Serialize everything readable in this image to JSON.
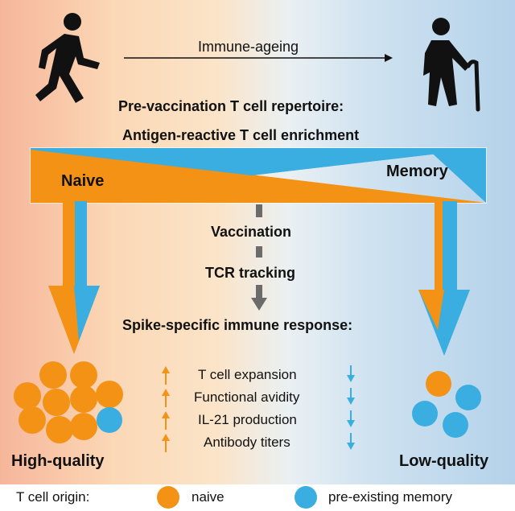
{
  "top": {
    "arrow_label": "Immune-ageing",
    "heading1": "Pre-vaccination T cell repertoire:",
    "heading2": "Antigen-reactive T cell enrichment"
  },
  "wedge": {
    "left_label": "Naive",
    "right_label": "Memory"
  },
  "middle": {
    "step1": "Vaccination",
    "step2": "TCR tracking",
    "result_heading": "Spike-specific immune response:"
  },
  "readouts": [
    {
      "label": "T cell expansion"
    },
    {
      "label": "Functional avidity"
    },
    {
      "label": "IL-21 production"
    },
    {
      "label": "Antibody titers"
    }
  ],
  "outcomes": {
    "left": "High-quality",
    "right": "Low-quality"
  },
  "legend": {
    "title": "T cell origin:",
    "naive": "naive",
    "memory": "pre-existing memory"
  },
  "colors": {
    "naive": "#f39214",
    "memory": "#3aaee0",
    "up_arrow": "#f39214",
    "down_arrow": "#3aaee0",
    "gray_arrow": "#6b6b6b"
  },
  "icons": {
    "left_person": "walking-person-icon",
    "right_person": "elderly-person-with-cane-icon"
  }
}
